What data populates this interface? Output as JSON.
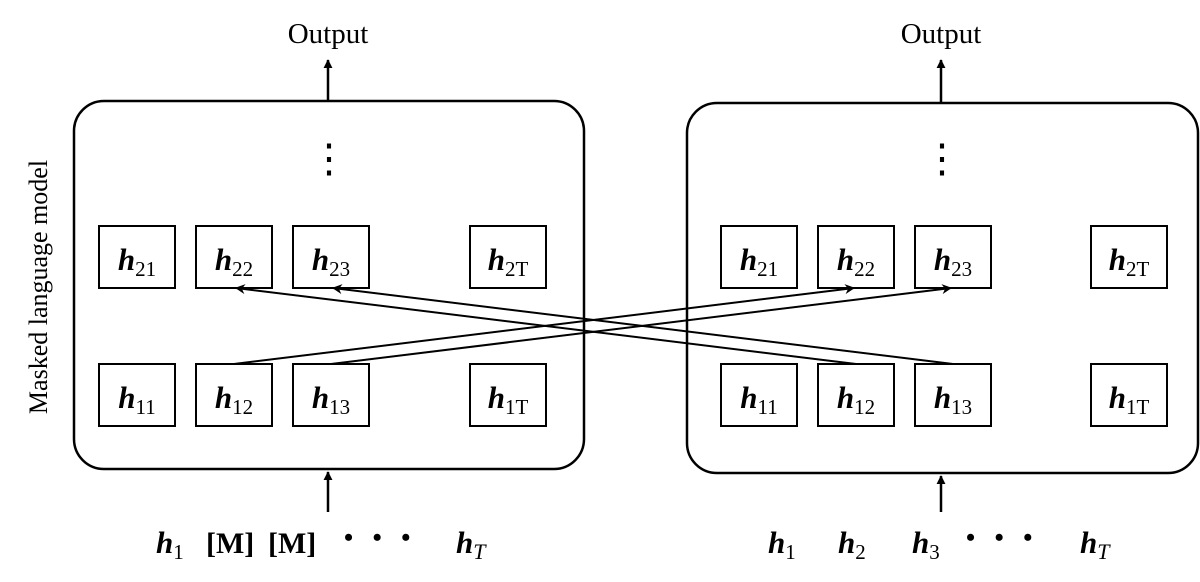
{
  "side_label": "Masked language model",
  "left_panel": {
    "output_label": "Output",
    "ellipsis": "⋮",
    "upper_row": [
      {
        "base": "h",
        "sub": "21"
      },
      {
        "base": "h",
        "sub": "22"
      },
      {
        "base": "h",
        "sub": "23"
      },
      {
        "base": "h",
        "sub": "2T"
      }
    ],
    "lower_row": [
      {
        "base": "h",
        "sub": "11"
      },
      {
        "base": "h",
        "sub": "12"
      },
      {
        "base": "h",
        "sub": "13"
      },
      {
        "base": "h",
        "sub": "1T"
      }
    ],
    "inputs": {
      "first": {
        "base": "h",
        "sub": "1"
      },
      "mask1": "[M]",
      "mask2": "[M]",
      "dots": "•   •   •",
      "last": {
        "base": "h",
        "sub": "T"
      }
    }
  },
  "right_panel": {
    "output_label": "Output",
    "ellipsis": "⋮",
    "upper_row": [
      {
        "base": "h",
        "sub": "21"
      },
      {
        "base": "h",
        "sub": "22"
      },
      {
        "base": "h",
        "sub": "23"
      },
      {
        "base": "h",
        "sub": "2T"
      }
    ],
    "lower_row": [
      {
        "base": "h",
        "sub": "11"
      },
      {
        "base": "h",
        "sub": "12"
      },
      {
        "base": "h",
        "sub": "13"
      },
      {
        "base": "h",
        "sub": "1T"
      }
    ],
    "inputs": {
      "first": {
        "base": "h",
        "sub": "1"
      },
      "second": {
        "base": "h",
        "sub": "2"
      },
      "third": {
        "base": "h",
        "sub": "3"
      },
      "dots": "•   •   •",
      "last": {
        "base": "h",
        "sub": "T"
      }
    }
  },
  "cross_connections": [
    {
      "from": "left_panel.lower_row.h12",
      "to": "right_panel.upper_row.h22"
    },
    {
      "from": "left_panel.lower_row.h13",
      "to": "right_panel.upper_row.h23"
    },
    {
      "from": "right_panel.lower_row.h12",
      "to": "left_panel.upper_row.h22"
    },
    {
      "from": "right_panel.lower_row.h13",
      "to": "left_panel.upper_row.h23"
    }
  ]
}
